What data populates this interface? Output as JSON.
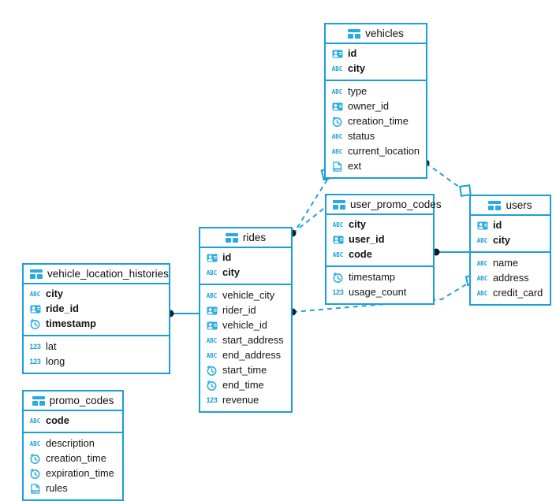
{
  "diagram": {
    "kind": "entity-relationship-diagram",
    "colors": {
      "stroke": "#1b9fd8",
      "icon": "#29abe2",
      "text": "#141414",
      "background": "#ffffff"
    },
    "tables": [
      {
        "name": "vehicles",
        "title_align": "center",
        "primary_keys": [
          {
            "label": "id",
            "type_icon": "id-badge-icon"
          },
          {
            "label": "city",
            "type_icon": "abc-icon"
          }
        ],
        "columns": [
          {
            "label": "type",
            "type_icon": "abc-icon"
          },
          {
            "label": "owner_id",
            "type_icon": "id-badge-icon"
          },
          {
            "label": "creation_time",
            "type_icon": "clock-icon"
          },
          {
            "label": "status",
            "type_icon": "abc-icon"
          },
          {
            "label": "current_location",
            "type_icon": "abc-icon"
          },
          {
            "label": "ext",
            "type_icon": "json-icon"
          }
        ]
      },
      {
        "name": "user_promo_codes",
        "title_align": "left",
        "primary_keys": [
          {
            "label": "city",
            "type_icon": "abc-icon"
          },
          {
            "label": "user_id",
            "type_icon": "id-badge-icon"
          },
          {
            "label": "code",
            "type_icon": "abc-icon"
          }
        ],
        "columns": [
          {
            "label": "timestamp",
            "type_icon": "clock-icon"
          },
          {
            "label": "usage_count",
            "type_icon": "123-icon"
          }
        ]
      },
      {
        "name": "users",
        "title_align": "center",
        "primary_keys": [
          {
            "label": "id",
            "type_icon": "id-badge-icon"
          },
          {
            "label": "city",
            "type_icon": "abc-icon"
          }
        ],
        "columns": [
          {
            "label": "name",
            "type_icon": "abc-icon"
          },
          {
            "label": "address",
            "type_icon": "abc-icon"
          },
          {
            "label": "credit_card",
            "type_icon": "abc-icon"
          }
        ]
      },
      {
        "name": "rides",
        "title_align": "center",
        "primary_keys": [
          {
            "label": "id",
            "type_icon": "id-badge-icon"
          },
          {
            "label": "city",
            "type_icon": "abc-icon"
          }
        ],
        "columns": [
          {
            "label": "vehicle_city",
            "type_icon": "abc-icon"
          },
          {
            "label": "rider_id",
            "type_icon": "id-badge-icon"
          },
          {
            "label": "vehicle_id",
            "type_icon": "id-badge-icon"
          },
          {
            "label": "start_address",
            "type_icon": "abc-icon"
          },
          {
            "label": "end_address",
            "type_icon": "abc-icon"
          },
          {
            "label": "start_time",
            "type_icon": "clock-icon"
          },
          {
            "label": "end_time",
            "type_icon": "clock-icon"
          },
          {
            "label": "revenue",
            "type_icon": "123-icon"
          }
        ]
      },
      {
        "name": "vehicle_location_histories",
        "title_align": "left",
        "primary_keys": [
          {
            "label": "city",
            "type_icon": "abc-icon"
          },
          {
            "label": "ride_id",
            "type_icon": "id-badge-icon"
          },
          {
            "label": "timestamp",
            "type_icon": "clock-icon"
          }
        ],
        "columns": [
          {
            "label": "lat",
            "type_icon": "123-icon"
          },
          {
            "label": "long",
            "type_icon": "123-icon"
          }
        ]
      },
      {
        "name": "promo_codes",
        "title_align": "center",
        "primary_keys": [
          {
            "label": "code",
            "type_icon": "abc-icon"
          }
        ],
        "columns": [
          {
            "label": "description",
            "type_icon": "abc-icon"
          },
          {
            "label": "creation_time",
            "type_icon": "clock-icon"
          },
          {
            "label": "expiration_time",
            "type_icon": "clock-icon"
          },
          {
            "label": "rules",
            "type_icon": "json-icon"
          }
        ]
      }
    ],
    "relationships": [
      {
        "from": "vehicle_location_histories",
        "to": "rides",
        "style": "solid"
      },
      {
        "from": "rides",
        "to": "user_promo_codes",
        "style": "dashed"
      },
      {
        "from": "rides",
        "to": "users",
        "style": "dashed"
      },
      {
        "from": "user_promo_codes",
        "to": "users",
        "style": "solid"
      },
      {
        "from": "vehicles",
        "to": "user_promo_codes",
        "style": "dashed"
      },
      {
        "from": "vehicles",
        "to": "users",
        "style": "dashed"
      }
    ]
  }
}
